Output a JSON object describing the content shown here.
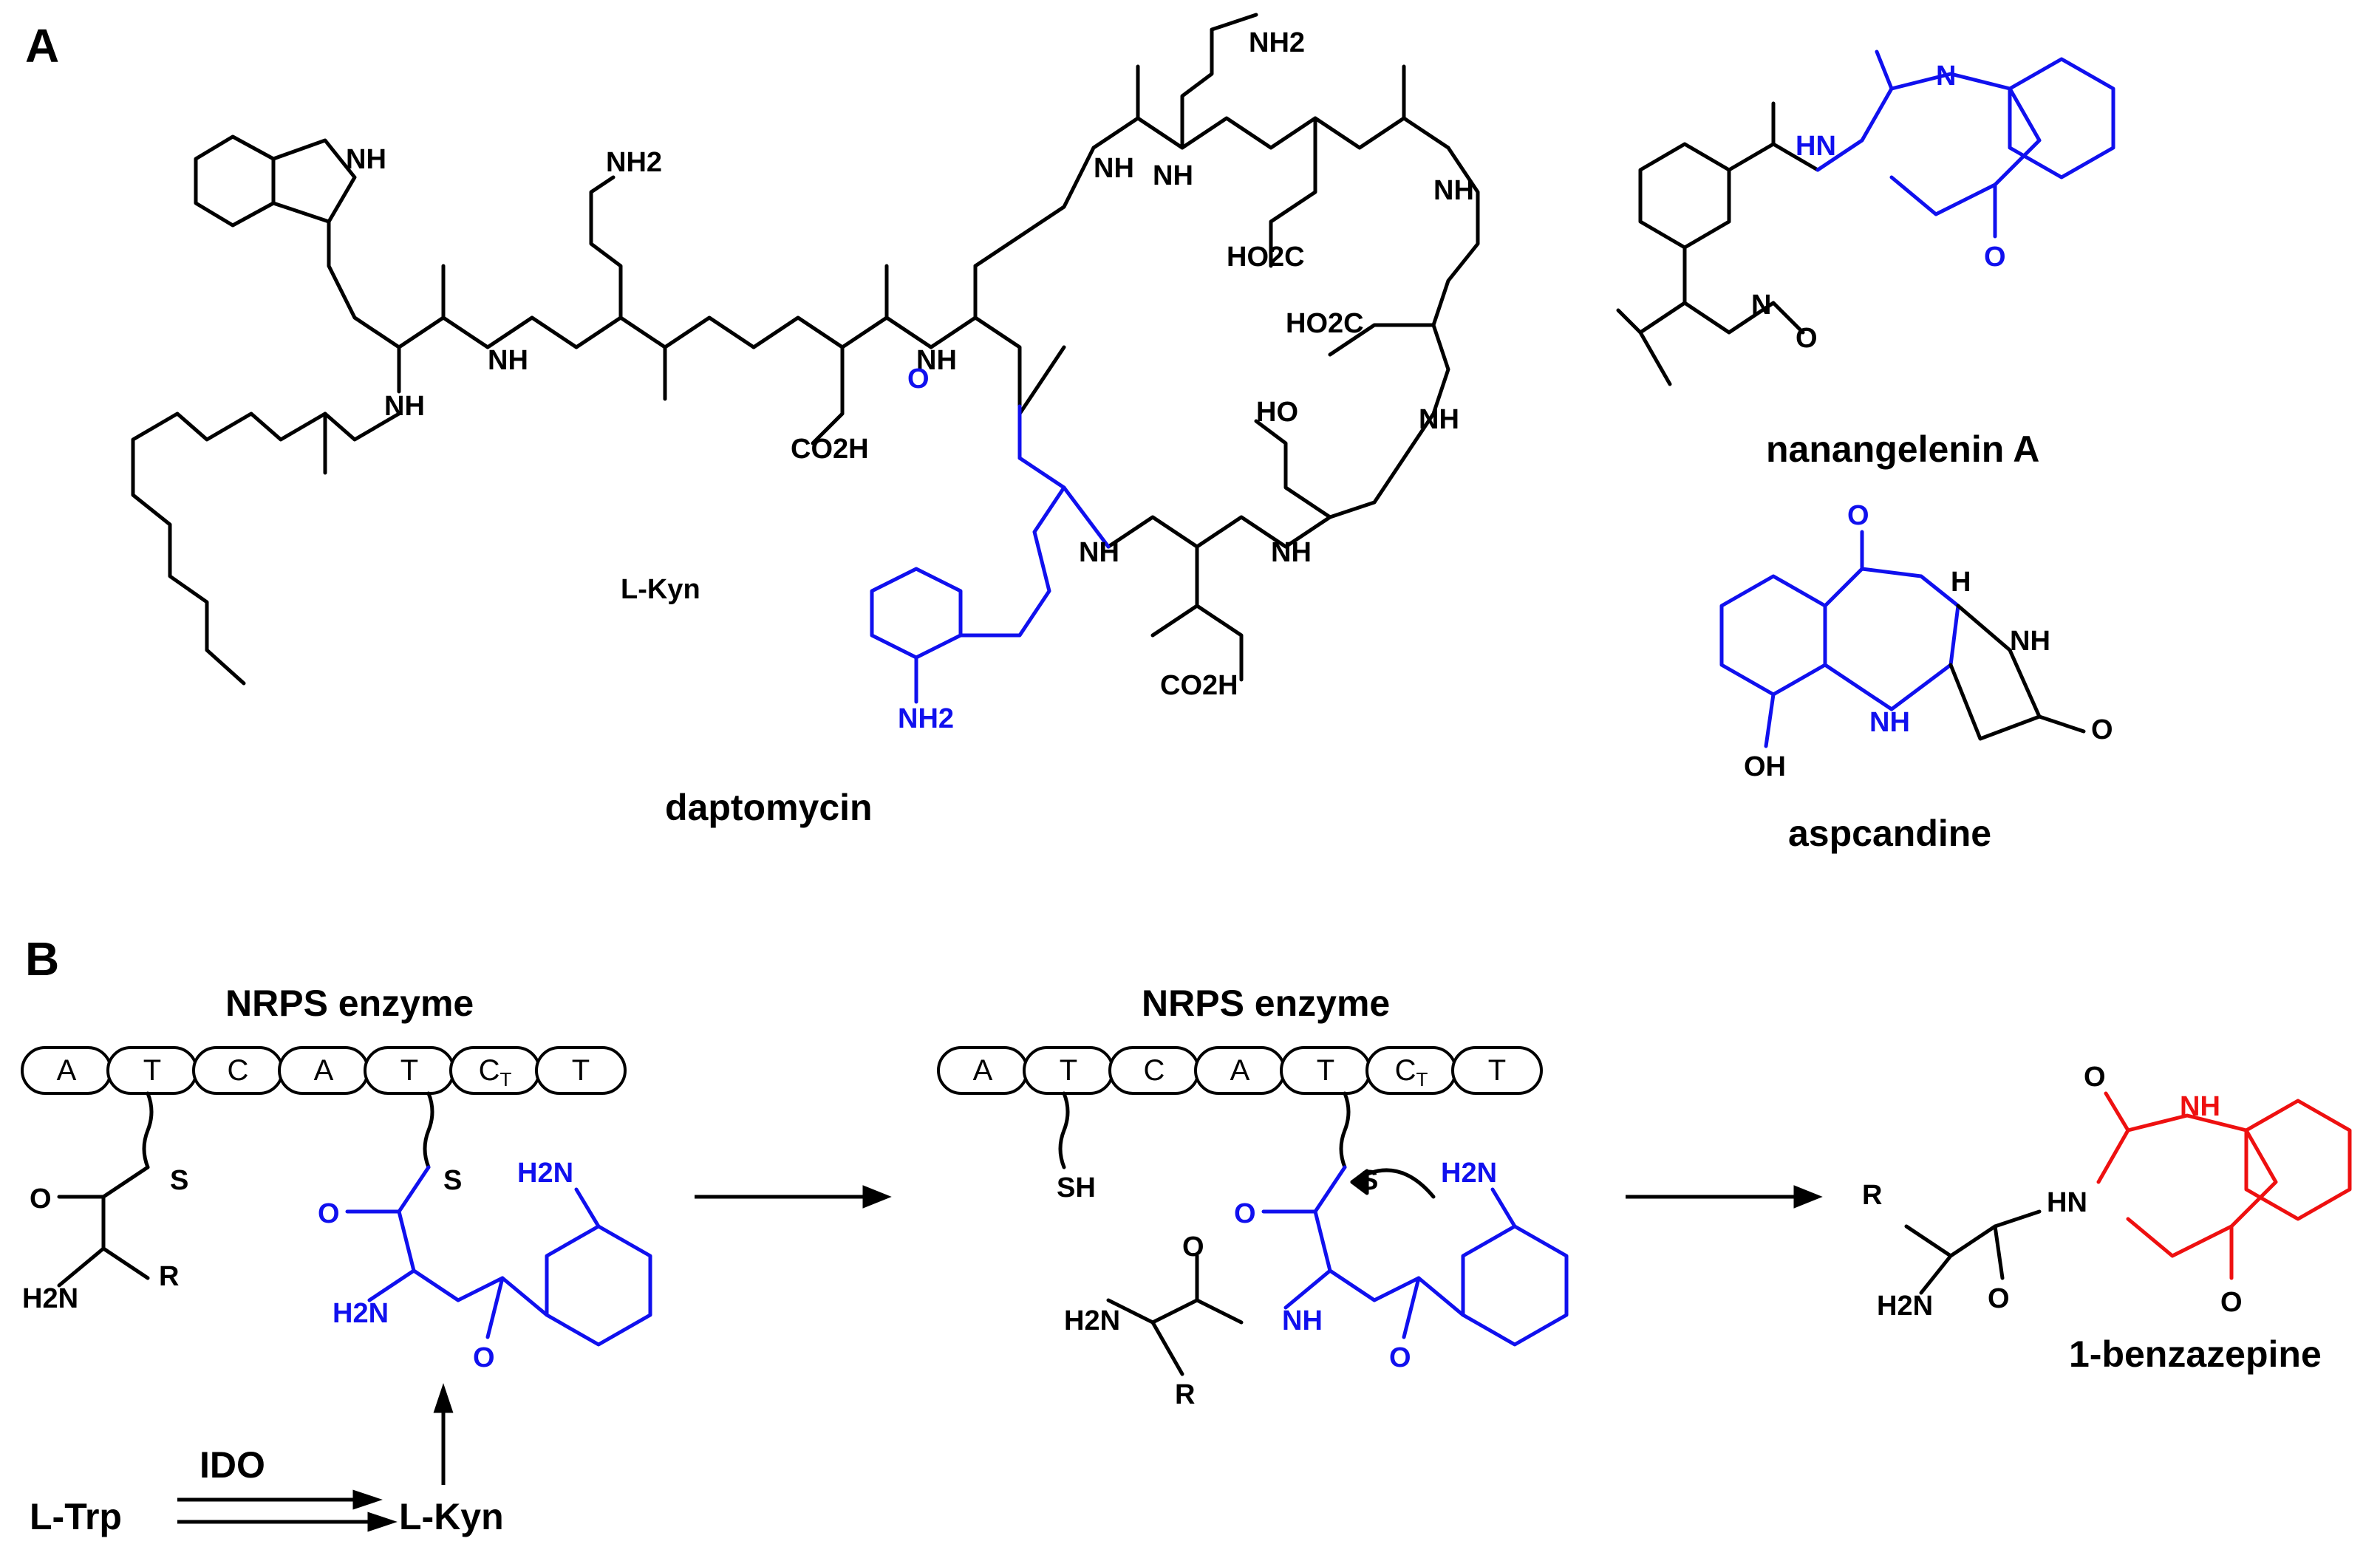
{
  "panels": {
    "a": "A",
    "b": "B"
  },
  "colors": {
    "black": "#000000",
    "blue": "#1010ee",
    "red": "#ee1010"
  },
  "compounds": {
    "daptomycin": "daptomycin",
    "nanangelenin": "nanangelenin A",
    "aspcandine": "aspcandine",
    "benzazepine": "1-benzazepine"
  },
  "labels": {
    "lkyn_blue": "L-Kyn",
    "nrps1": "NRPS enzyme",
    "nrps2": "NRPS enzyme",
    "ido": "IDO",
    "ltrp": "L-Trp",
    "lkyn": "L-Kyn"
  },
  "nrps_domains": [
    "A",
    "T",
    "C",
    "A",
    "T",
    "CT",
    "T"
  ],
  "atoms": {
    "nh": "NH",
    "nh2": "NH2",
    "co2h": "CO2H",
    "ho2c": "HO2C",
    "ho": "HO",
    "hn": "HN",
    "h2n": "H2N",
    "o": "O",
    "n": "N",
    "oh": "OH",
    "h": "H",
    "s": "S",
    "sh": "SH",
    "r": "R"
  }
}
